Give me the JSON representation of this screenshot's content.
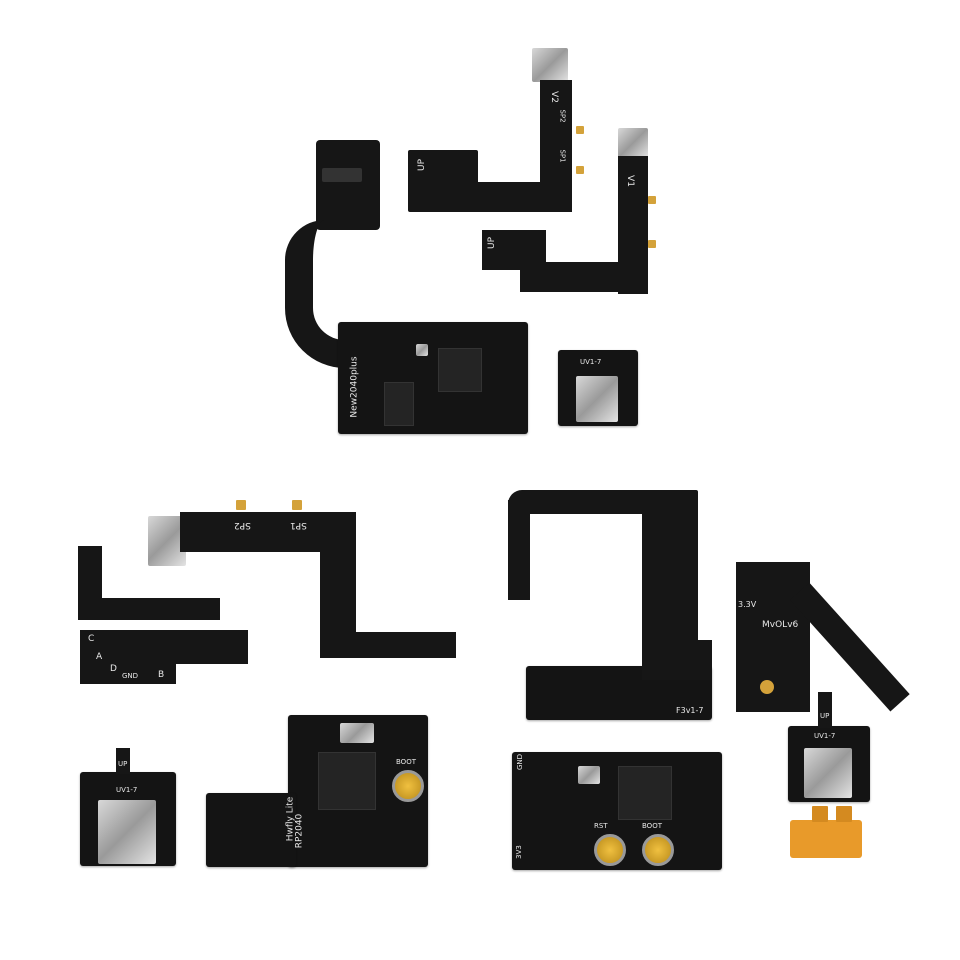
{
  "labels": {
    "mainboard": "New2040plus",
    "flex_v2": "V2",
    "flex_v1": "V1",
    "sp1": "SP1",
    "sp2": "SP2",
    "up": "UP",
    "usb_board": "UV1-7",
    "gnd": "GND",
    "pin_a": "A",
    "pin_b": "B",
    "pin_c": "C",
    "pin_d": "D",
    "hwfly_name": "Hwfly Lite",
    "hwfly_chip": "RP2040",
    "boot": "BOOT",
    "rst": "RST",
    "v33": "3.3V",
    "v3": "3V3",
    "oled_flex": "MvOLv6",
    "f3_flex": "F3v1-7"
  },
  "colors": {
    "pcb": "#141414",
    "pad": "#d4a23a",
    "metal": "#bdbdbd",
    "kapton": "#e89a2a"
  }
}
